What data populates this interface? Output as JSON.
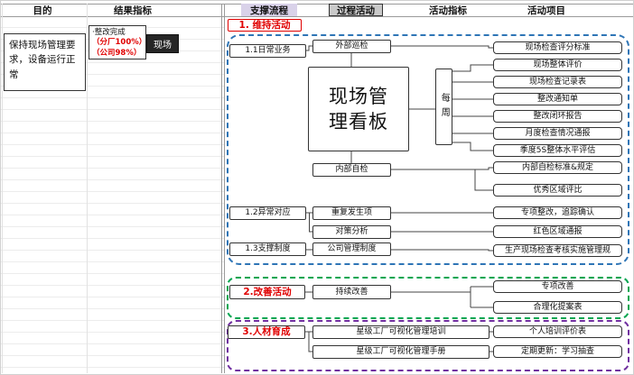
{
  "header": {
    "purpose": "目的",
    "result_indicator": "结果指标",
    "support_process": "支撑流程",
    "process_activity": "过程活动",
    "activity_indicator": "活动指标",
    "activity_item": "活动项目"
  },
  "purpose": {
    "text": "保持现场管理要求，设备运行正常"
  },
  "result": {
    "line1": "·整改完成",
    "line2": "（分厂100%）",
    "line3": "（公司98%）",
    "site": "现场"
  },
  "sections": {
    "maintain": {
      "title": "1. 维持活动"
    },
    "improve": {
      "title": "2.改善活动"
    },
    "talent": {
      "title": "3.人材育成"
    }
  },
  "nodes": {
    "daily_business": "1.1日常业务",
    "abnormal_response": "1.2异常对应",
    "support_system": "1.3支撑制度",
    "external_patrol": "外部巡检",
    "kanban": "现场管理看板",
    "internal_check": "内部自检",
    "weekly": "每周",
    "repeat_items": "重复发生项",
    "countermeasure": "对策分析",
    "company_rules": "公司管理制度",
    "continuous_improve": "持续改善",
    "training": "星级工厂可视化管理培训",
    "manual": "星级工厂可视化管理手册"
  },
  "activity_items": {
    "scoring_standard": "现场检查评分标准",
    "overall_eval": "现场整体评价",
    "check_record": "现场检查记录表",
    "rectify_notice": "整改通知单",
    "rectify_report": "整改闭环报告",
    "monthly_report": "月度检查情况通报",
    "quarterly_5s": "季度5S整体水平评估",
    "internal_standard": "内部自检标准&规定",
    "excellent_area": "优秀区域评比",
    "special_rectify": "专项整改，追踪确认",
    "red_area": "红色区域通报",
    "assessment_rule": "生产现场检查考核实施管理规",
    "special_improve": "专项改善",
    "proposal_form": "合理化提案表",
    "personal_eval": "个人培训评价表",
    "periodic_update": "定期更新：学习抽查"
  },
  "colors": {
    "maintain_border": "#2e75b6",
    "improve_border": "#00a550",
    "talent_border": "#7030a0",
    "accent_red": "#e00000",
    "site_box_bg": "#262626",
    "process_header_bg": "#c9c9c9",
    "support_header_bg": "#d9d2e9"
  }
}
